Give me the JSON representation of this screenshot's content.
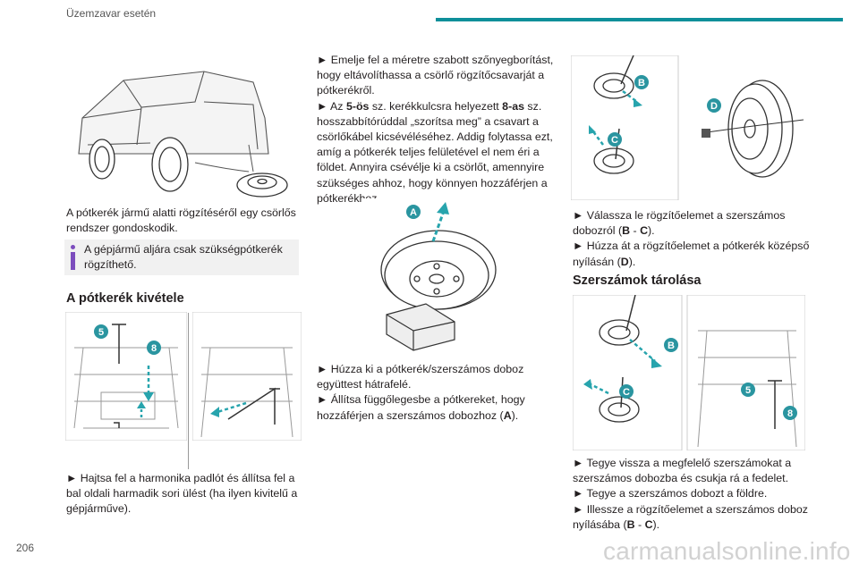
{
  "header": {
    "section_title": "Üzemzavar esetén"
  },
  "page_number": "206",
  "watermark": "carmanualsonline.info",
  "colors": {
    "accent": "#0e8f9a",
    "note_icon": "#7c4dbd",
    "note_bg": "#f1f1f1"
  },
  "col1": {
    "para1": "A pótkerék jármű alatti rögzítéséről egy csörlős rendszer gondoskodik.",
    "note": "A gépjármű aljára csak szükségpótkerék rögzíthető.",
    "heading": "A pótkerék kivétele",
    "labels": {
      "a": "5",
      "b": "8"
    },
    "para2": "► Hajtsa fel a harmonika padlót és állítsa fel a bal oldali harmadik sori ülést (ha ilyen kivitelű a gépjárműve)."
  },
  "col2": {
    "para1_pre": "► Emelje fel a méretre szabott szőnyegborítást, hogy eltávolíthassa a csörlő rögzítőcsavarját a pótkerékről.",
    "para1_mid1": "► Az ",
    "para1_b1": "5-ös",
    "para1_mid2": " sz. kerékkulcsra helyezett ",
    "para1_b2": "8-as",
    "para1_post": " sz. hosszabbítórúddal „szorítsa meg” a csavart a csörlőkábel kicsévéléséhez. Addig folytassa ezt, amíg a pótkerék teljes felületével el nem éri a földet. Annyira csévélje ki a csörlőt, amennyire szükséges ahhoz, hogy könnyen hozzáférjen a pótkerékhez.",
    "label_a": "A",
    "para2_1": "► Húzza ki a pótkerék/szerszámos doboz együttest hátrafelé.",
    "para2_2": "► Állítsa függőlegesbe a pótkereket, hogy hozzáférjen a szerszámos dobozhoz (",
    "para2_b": "A",
    "para2_end": ")."
  },
  "col3": {
    "labels": {
      "b": "B",
      "c": "C",
      "d": "D"
    },
    "p1_a": "► Válassza le rögzítőelemet a szerszámos dobozról (",
    "p1_b": "B",
    "p1_sep": " - ",
    "p1_c": "C",
    "p1_end": ").",
    "p2_a": "► Húzza át a rögzítőelemet a pótkerék középső nyílásán (",
    "p2_d": "D",
    "p2_end": ").",
    "heading": "Szerszámok tárolása",
    "labels2": {
      "b": "B",
      "c": "C",
      "five": "5",
      "eight": "8"
    },
    "p3": "► Tegye vissza a megfelelő szerszámokat a szerszámos dobozba és csukja rá a fedelet.",
    "p4": "► Tegye a szerszámos dobozt a földre.",
    "p5_a": "► Illessze a rögzítőelemet a szerszámos doboz nyílásába (",
    "p5_b": "B",
    "p5_sep": " - ",
    "p5_c": "C",
    "p5_end": ")."
  }
}
